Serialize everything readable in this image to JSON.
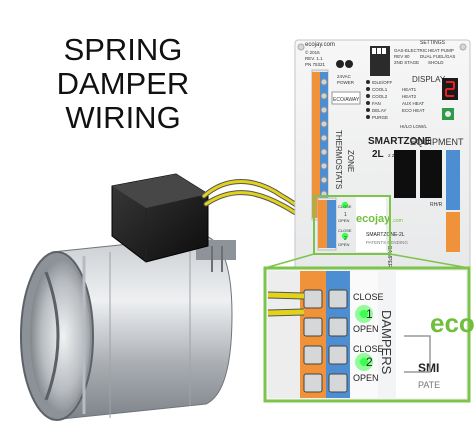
{
  "title_lines": [
    "SPRING",
    "DAMPER",
    "WIRING"
  ],
  "board": {
    "website": "ecojay.com",
    "copyright": "© 2015",
    "rev": "REV. 1.1",
    "part_no": "PN 75321",
    "settings_label": "SETTINGS",
    "settings_options": [
      "GAS-ELECTRIC",
      "HEAT PUMP",
      "REV 80",
      "DUAL FUEL/GAS",
      "2ND STAGE",
      "SHOLD"
    ],
    "power_labels": [
      "24VAC",
      "POWER"
    ],
    "eco_away_label": "ECO/AWAY",
    "display_label": "DISPLAY",
    "status_labels": [
      "IDLE/OFF",
      "COOL1",
      "COOL2",
      "FAN",
      "DELAY",
      "PURGE"
    ],
    "status_labels_right": [
      "HEAT1",
      "HEAT2",
      "AUX HEAT",
      "ECO HEAT"
    ],
    "hi_lo_label": "HI/LO LOW/L",
    "model_name": "SMARTZONE",
    "model_suffix": "2L",
    "zones_label": "2 ZONE",
    "thermostats_label": "THERMOSTATS",
    "zone_label": "ZONE",
    "equipment_label": "EQUIPMENT",
    "rh_label": "RH/R",
    "dampers_label": "DAMPERS",
    "close_label": "CLOSE",
    "open_label": "OPEN",
    "zone_numbers": [
      "1",
      "2"
    ],
    "logo_text": "ecojay",
    "logo_suffix": ".com",
    "product_text": "SMARTZONE-2L",
    "patents_text": "PATENTS PENDING"
  },
  "inset": {
    "close_label": "CLOSE",
    "open_label": "OPEN",
    "zone_numbers": [
      "1",
      "2"
    ],
    "dampers_label": "DAMPERS",
    "logo_fragment": "eco",
    "product_fragment": "SMI",
    "patents_fragment": "PATE"
  },
  "colors": {
    "wire_yellow": "#e2d21a",
    "board_green": "#6fbf3c",
    "inset_border": "#7dc44a",
    "led_green": "#39ff4a",
    "led_red": "#e82020"
  }
}
